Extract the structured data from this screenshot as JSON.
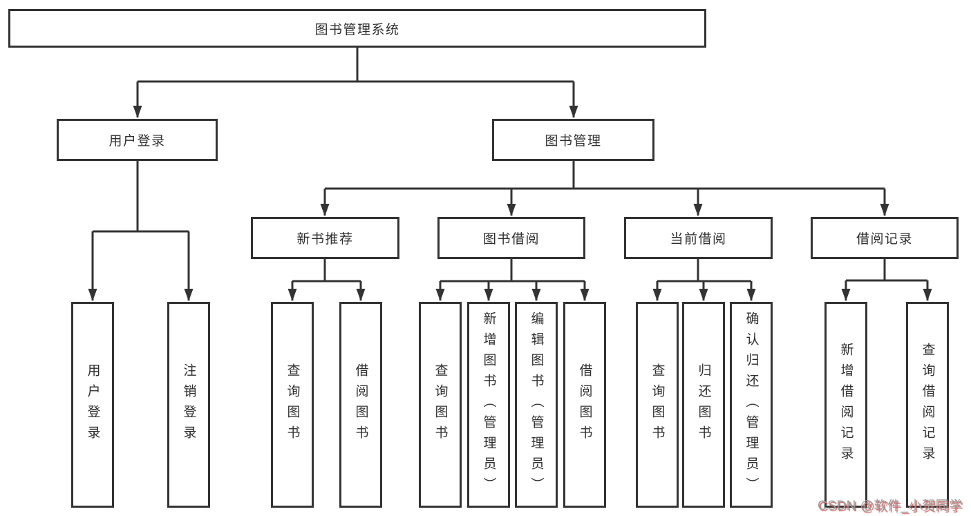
{
  "diagram": {
    "title_node": "图书管理系统",
    "level2": {
      "user_login": "用户登录",
      "book_mgmt": "图书管理"
    },
    "level3": {
      "new_book_rec": "新书推荐",
      "book_borrow": "图书借阅",
      "current_borrow": "当前借阅",
      "borrow_records": "借阅记录"
    },
    "leaves": {
      "user_login": [
        "用户登录",
        "注销登录"
      ],
      "new_book_rec": [
        "查询图书",
        "借阅图书"
      ],
      "book_borrow": [
        "查询图书",
        "新增图书（管理员）",
        "编辑图书（管理员）",
        "借阅图书"
      ],
      "current_borrow": [
        "查询图书",
        "归还图书",
        "确认归还（管理员）"
      ],
      "borrow_records": [
        "新增借阅记录",
        "查询借阅记录"
      ]
    }
  },
  "watermark": "CSDN @软件_小贺同学",
  "colors": {
    "line": "#333333",
    "text": "#2f2f2f",
    "background": "#ffffff",
    "watermark_gray": "#9c9c9c",
    "watermark_red": "#c94141"
  }
}
